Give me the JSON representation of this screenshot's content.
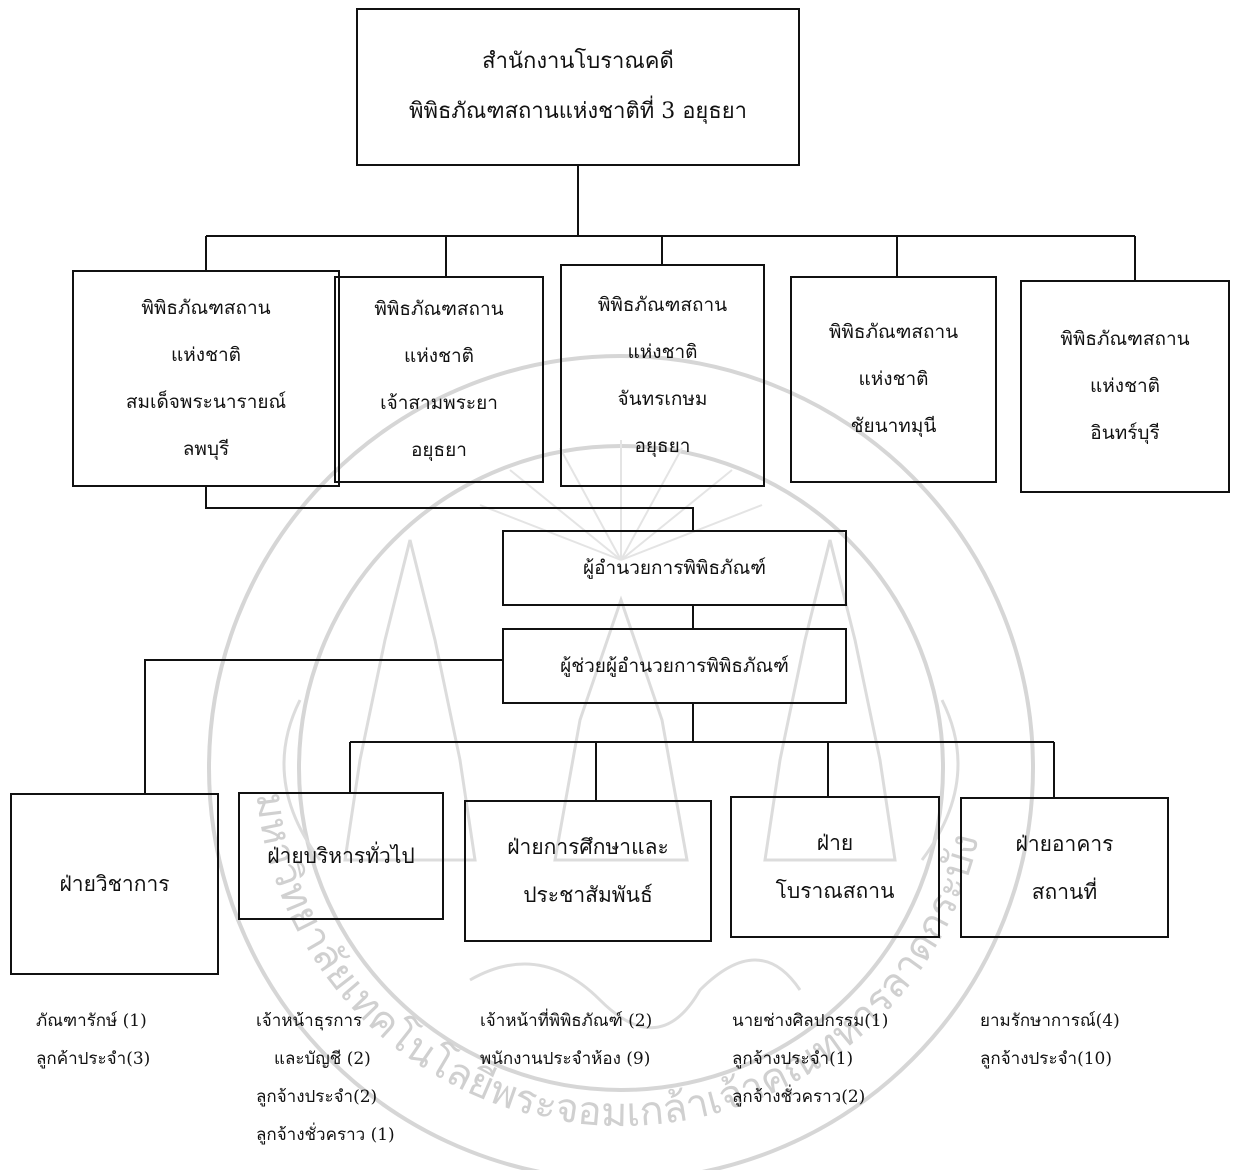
{
  "top": {
    "lines": [
      "สำนักงานโบราณคดี",
      "พิพิธภัณฑสถานแห่งชาติที่ 3 อยุธยา"
    ]
  },
  "museums": [
    {
      "lines": [
        "พิพิธภัณฑสถาน",
        "แห่งชาติ",
        "สมเด็จพระนารายณ์",
        "ลพบุรี"
      ]
    },
    {
      "lines": [
        "พิพิธภัณฑสถาน",
        "แห่งชาติ",
        "เจ้าสามพระยา",
        "อยุธยา"
      ]
    },
    {
      "lines": [
        "พิพิธภัณฑสถาน",
        "แห่งชาติ",
        "จันทรเกษม",
        "อยุธยา"
      ]
    },
    {
      "lines": [
        "พิพิธภัณฑสถาน",
        "แห่งชาติ",
        "ชัยนาทมุนี"
      ]
    },
    {
      "lines": [
        "พิพิธภัณฑสถาน",
        "แห่งชาติ",
        "อินทร์บุรี"
      ]
    }
  ],
  "director": "ผู้อำนวยการพิพิธภัณฑ์",
  "assistant": "ผู้ช่วยผู้อำนวยการพิพิธภัณฑ์",
  "departments": [
    {
      "lines": [
        "ฝ่ายวิชาการ"
      ],
      "staff": [
        "ภัณฑารักษ์ (1)",
        "ลูกค้าประจำ(3)"
      ]
    },
    {
      "lines": [
        "ฝ่ายบริหารทั่วไป"
      ],
      "staff": [
        "เจ้าหน้าธุรการ",
        "และบัญชี (2)",
        "ลูกจ้างประจำ(2)",
        "ลูกจ้างชั่วคราว (1)"
      ]
    },
    {
      "lines": [
        "ฝ่ายการศึกษาและ",
        "ประชาสัมพันธ์"
      ],
      "staff": [
        "เจ้าหน้าที่พิพิธภัณฑ์ (2)",
        "พนักงานประจำห้อง (9)"
      ]
    },
    {
      "lines": [
        "ฝ่าย",
        "โบราณสถาน"
      ],
      "staff": [
        "นายช่างศิลปกรรม(1)",
        "ลูกจ้างประจำ(1)",
        "ลูกจ้างชั่วคราว(2)"
      ]
    },
    {
      "lines": [
        "ฝ่ายอาคาร",
        "สถานที่"
      ],
      "staff": [
        "ยามรักษาการณ์(4)",
        "ลูกจ้างประจำ(10)"
      ]
    }
  ],
  "watermark": {
    "text": "มหาวิทยาลัยเทคโนโลยีพระจอมเกล้าเจ้าคุณทหารลาดกระบัง"
  }
}
